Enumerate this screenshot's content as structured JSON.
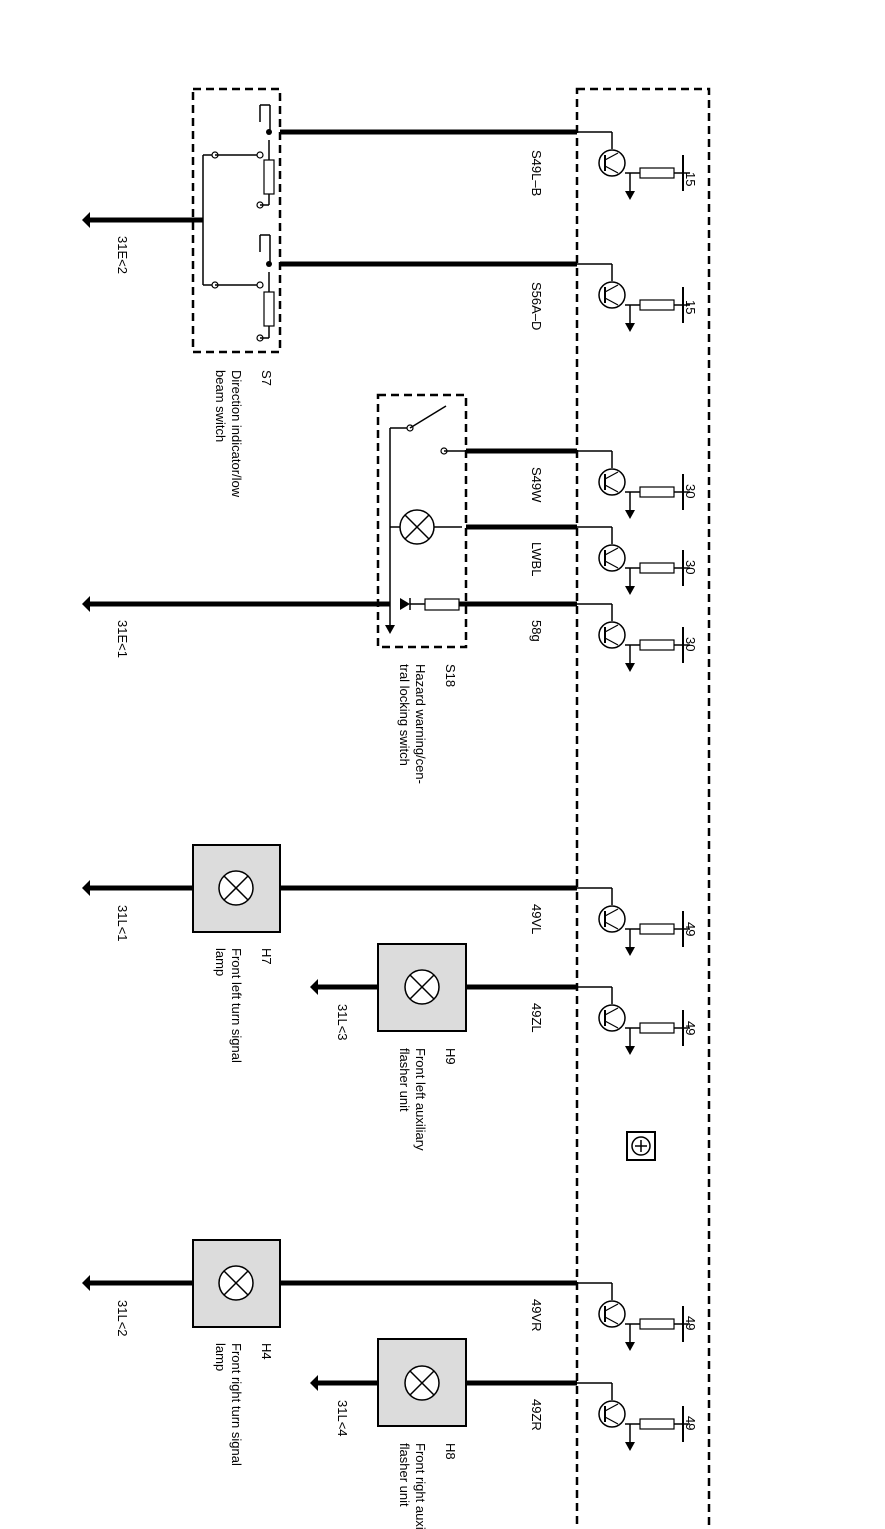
{
  "module": {
    "signals": [
      "S49L–B",
      "S56A–D",
      "S49W",
      "LWBL",
      "58g",
      "49VL",
      "49ZL",
      "49VR",
      "49ZR"
    ],
    "pins": [
      "15",
      "15",
      "30",
      "30",
      "30",
      "49",
      "49",
      "49",
      "49"
    ]
  },
  "components": {
    "s7": {
      "id": "S7",
      "desc1": "Direction indicator/low",
      "desc2": "beam  switch"
    },
    "s18": {
      "id": "S18",
      "desc1": "Hazard warning/cen-",
      "desc2": "tral locking switch"
    },
    "h7": {
      "id": "H7",
      "desc1": "Front left turn signal",
      "desc2": "lamp"
    },
    "h9": {
      "id": "H9",
      "desc1": "Front left auxiliary",
      "desc2": "flasher unit"
    },
    "h4": {
      "id": "H4",
      "desc1": "Front right turn signal",
      "desc2": "lamp"
    },
    "h8": {
      "id": "H8",
      "desc1": "Front right auxiliary",
      "desc2": "flasher unit"
    }
  },
  "grounds": {
    "g1": "31E<2",
    "g2": "31E<1",
    "g3": "31L<1",
    "g4": "31L<3",
    "g5": "31L<2",
    "g6": "31L<4"
  }
}
